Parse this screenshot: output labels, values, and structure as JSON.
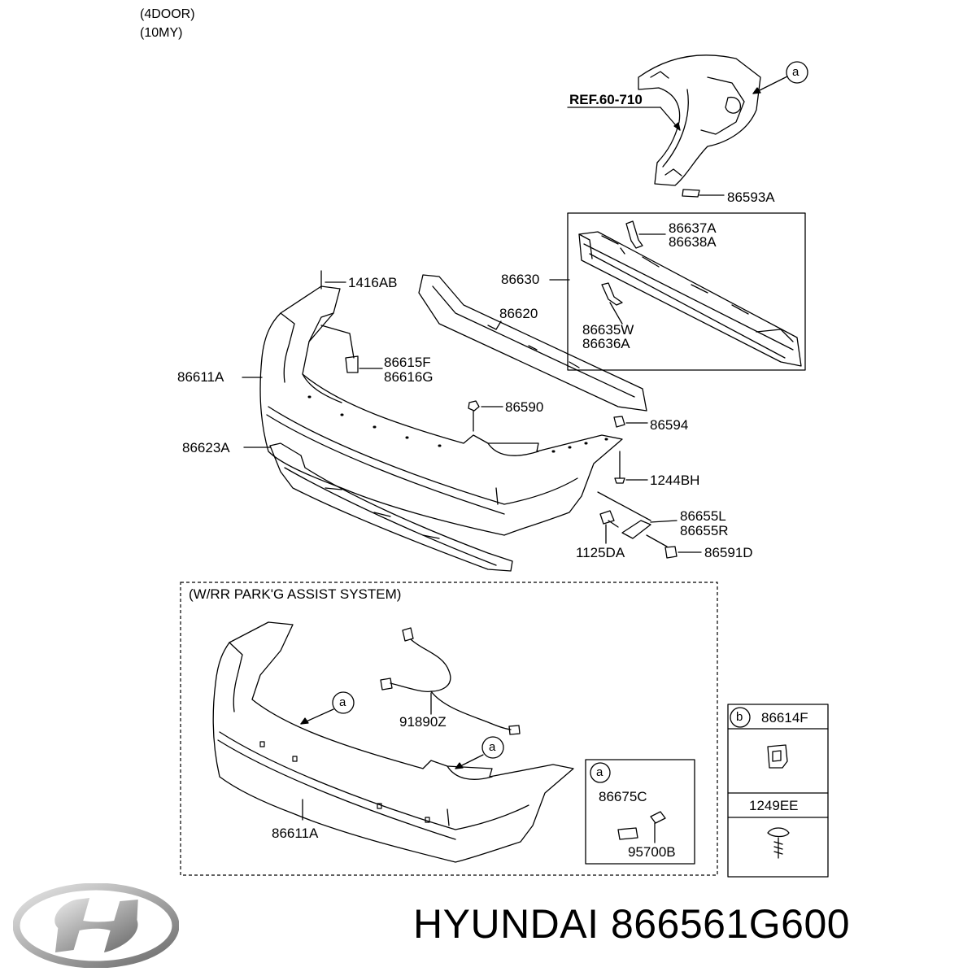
{
  "header": {
    "line1": "(4DOOR)",
    "line2": "(10MY)"
  },
  "reference": "REF.60-710",
  "callouts": {
    "a": "a",
    "b": "b"
  },
  "parts": {
    "p86593A": "86593A",
    "p86637A": "86637A",
    "p86638A": "86638A",
    "p86630": "86630",
    "p86620": "86620",
    "p1416AB": "1416AB",
    "p86635W": "86635W",
    "p86636A": "86636A",
    "p86615F": "86615F",
    "p86616G": "86616G",
    "p86611A": "86611A",
    "p86590": "86590",
    "p86594": "86594",
    "p86623A": "86623A",
    "p1244BH": "1244BH",
    "p86655L": "86655L",
    "p86655R": "86655R",
    "p1125DA": "1125DA",
    "p86591D": "86591D"
  },
  "park_assist": {
    "title": "(W/RR PARK'G ASSIST SYSTEM)",
    "p91890Z": "91890Z",
    "p86611A": "86611A",
    "detail_a": {
      "p86675C": "86675C",
      "p95700B": "95700B"
    }
  },
  "detail_b": {
    "p86614F": "86614F",
    "p1249EE": "1249EE"
  },
  "footer": {
    "brand": "HYUNDAI",
    "part_number": "866561G600"
  }
}
